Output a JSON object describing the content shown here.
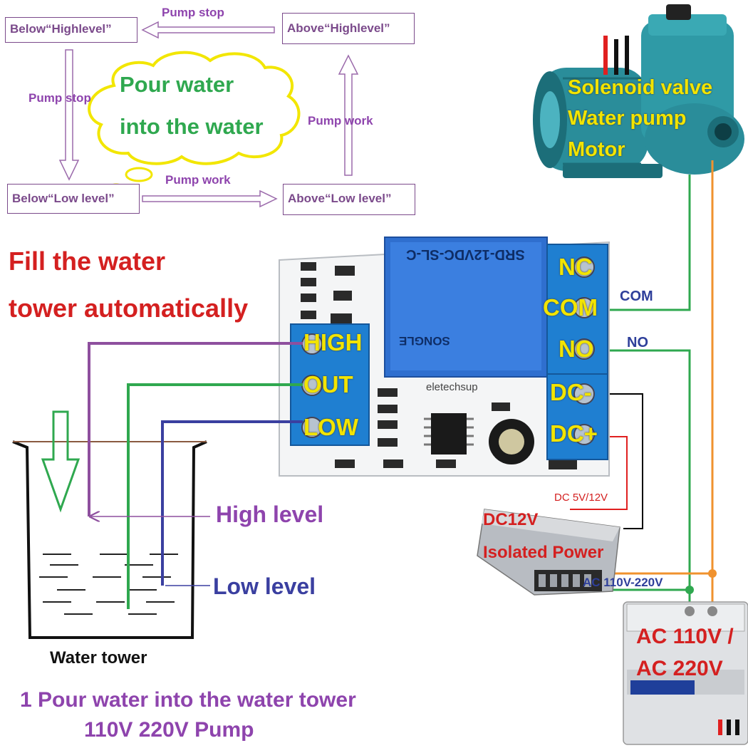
{
  "colors": {
    "purple_wire": "#8e4f9e",
    "green_wire": "#2fa84f",
    "blue_wire": "#3a3fa0",
    "orange_wire": "#f0922e",
    "red_wire": "#e02020",
    "black_wire": "#000000",
    "terminal_blue": "#1f7fd1",
    "relay_blue": "#2f6fcf",
    "label_yellow": "#f2e400",
    "title_red": "#d42020",
    "label_purple": "#8e44ad"
  },
  "flow": {
    "box_below_high": "Below“Highlevel”",
    "box_above_high": "Above“Highlevel”",
    "box_below_low": "Below“Low level”",
    "box_above_low": "Above“Low level”",
    "arrow_top": "Pump stop",
    "arrow_left": "Pump stop",
    "arrow_right": "Pump work",
    "arrow_bottom": "Pump work",
    "cloud_line1": "Pour water",
    "cloud_line2": "into the water"
  },
  "title": {
    "line1": "Fill the water",
    "line2": "tower automatically"
  },
  "pump": {
    "line1": "Solenoid valve",
    "line2": "Water pump",
    "line3": "Motor"
  },
  "board": {
    "terminal_high": "HIGH",
    "terminal_out": "OUT",
    "terminal_low": "LOW",
    "terminal_nc": "NC",
    "terminal_com": "COM",
    "terminal_no": "NO",
    "terminal_dcm": "DC-",
    "terminal_dcp": "DC+",
    "relay_model": "SRD-12VDC-SL-C",
    "relay_brand": "SONGLE",
    "brand": "eletechsup"
  },
  "wire_labels": {
    "com": "COM",
    "no": "NO",
    "dc_out": "DC 5V/12V",
    "ac_in": "AC 110V-220V"
  },
  "power_supply": {
    "line1": "DC12V",
    "line2": "Isolated Power"
  },
  "breaker": {
    "line1": "AC 110V /",
    "line2": "AC 220V"
  },
  "tank": {
    "high_label": "High level",
    "low_label": "Low level",
    "caption": "Water tower"
  },
  "footer": {
    "line1": "1 Pour water into the water tower",
    "line2": "110V 220V Pump"
  }
}
